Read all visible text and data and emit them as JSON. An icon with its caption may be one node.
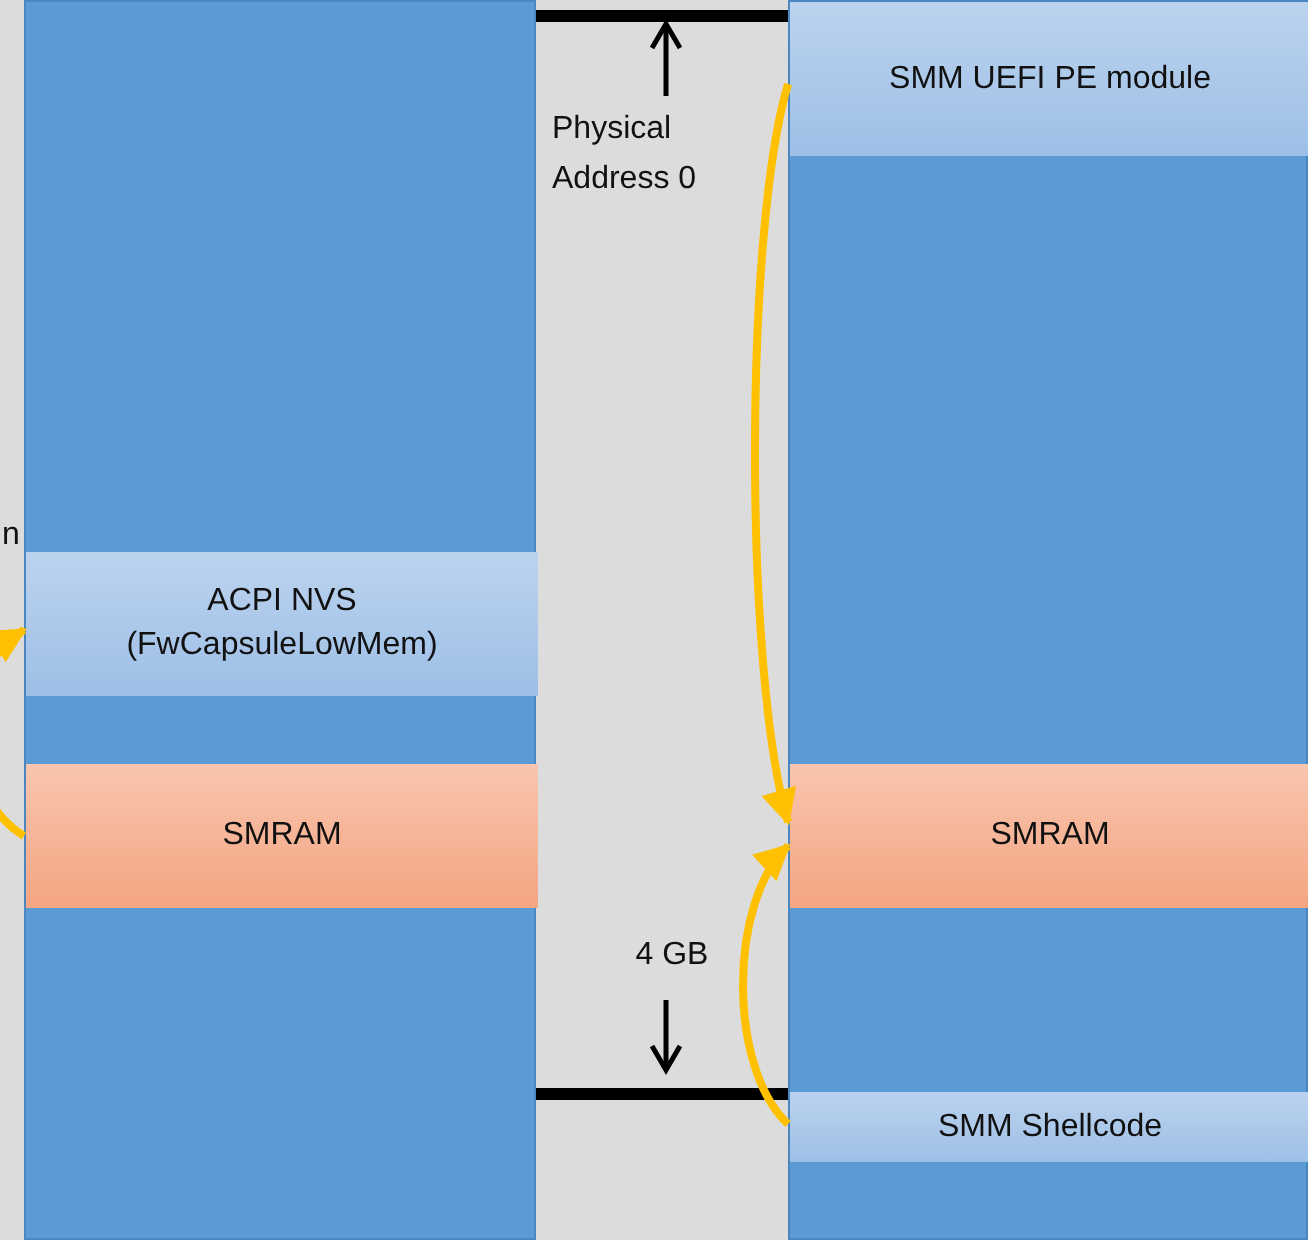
{
  "diagram": {
    "nodes": [
      {
        "text": [],
        "shape": "bar"
      },
      {
        "text": [
          "ACPI NVS (FwCapsuleLowMem)"
        ],
        "in": 0
      },
      {
        "text": [
          "SMRAM"
        ],
        "in": 0
      },
      {
        "text": [],
        "shape": "bar"
      },
      {
        "text": [
          "SMM UEFI PE module"
        ],
        "in": 3
      },
      {
        "text": [
          "SMRAM"
        ],
        "in": 3
      },
      {
        "text": [
          "SMM Shellcode"
        ],
        "in": 3
      }
    ],
    "edges": [
      {
        "from": 4,
        "to": 5,
        "arrow": "to"
      },
      {
        "from": 6,
        "to": 5,
        "arrow": "to"
      },
      {
        "from": 2,
        "to": 1,
        "arrow": "to"
      }
    ],
    "labels": [
      "n",
      "Physical Address 0",
      "4 GB"
    ]
  }
}
